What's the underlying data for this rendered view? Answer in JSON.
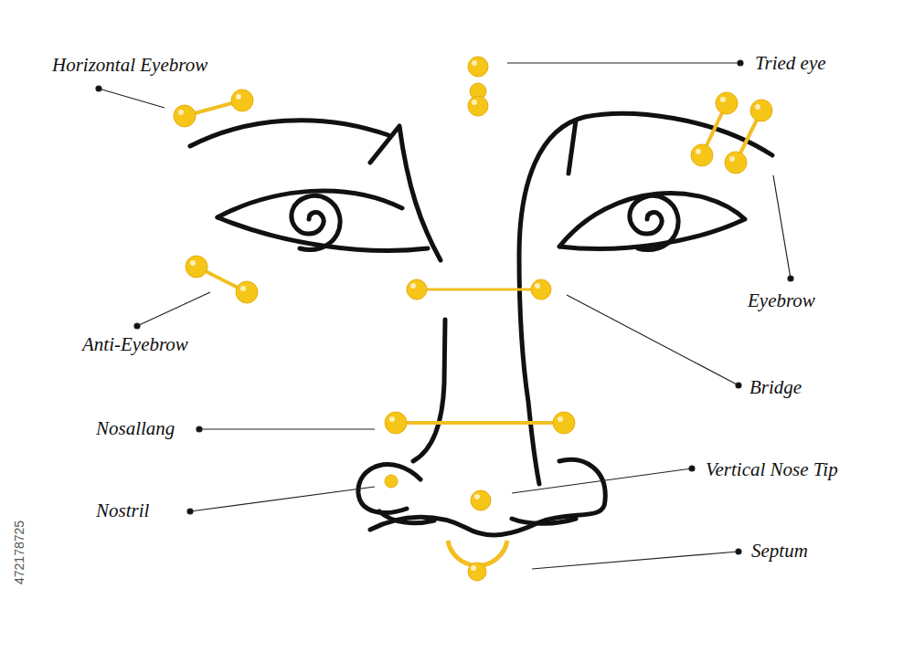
{
  "diagram": {
    "labels": [
      "Horizontal Eyebrow",
      "Tried eye",
      "Eyebrow",
      "Anti-Eyebrow",
      "Bridge",
      "Nosallang",
      "Vertical Nose Tip",
      "Nostril",
      "Septum",
      "472178725"
    ]
  }
}
